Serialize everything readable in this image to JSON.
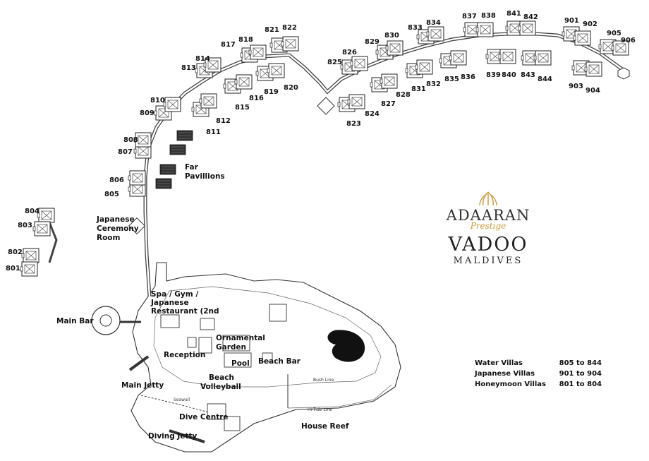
{
  "brand": {
    "name": "ADAARAN",
    "sub": "Prestige",
    "name2": "VADOO",
    "country": "MALDIVES",
    "accent_color": "#c8983e"
  },
  "legend": {
    "rows": [
      {
        "label": "Water Villas",
        "range": "805 to 844"
      },
      {
        "label": "Japanese Villas",
        "range": "901 to 904"
      },
      {
        "label": "Honeymoon Villas",
        "range": "801 to 804"
      }
    ]
  },
  "places": {
    "far_pavilions_1": "Far",
    "far_pavilions_2": "Pavillions",
    "japanese_ceremony_1": "Japanese",
    "japanese_ceremony_2": "Ceremony",
    "japanese_ceremony_3": "Room",
    "spa_1": "Spa / Gym /",
    "spa_2": "Japanese",
    "spa_3": "Restaurant (2nd",
    "ornamental_1": "Ornamental",
    "ornamental_2": "Garden",
    "main_bar": "Main Bar",
    "reception": "Reception",
    "pool": "Pool",
    "beach_bar": "Beach Bar",
    "beach_volley_1": "Beach",
    "beach_volley_2": "Volleyball",
    "main_jetty": "Main Jetty",
    "dive_centre": "Dive Centre",
    "diving_jetty": "Diving Jetty",
    "house_reef": "House Reef",
    "bush_line": "Bush Line",
    "hi_tide_line": "Hi-Tide Line",
    "seawall": "Seawall"
  },
  "villas": {
    "v801": "801",
    "v802": "802",
    "v803": "803",
    "v804": "804",
    "v805": "805",
    "v806": "806",
    "v807": "807",
    "v808": "808",
    "v809": "809",
    "v810": "810",
    "v811": "811",
    "v812": "812",
    "v813": "813",
    "v814": "814",
    "v815": "815",
    "v816": "816",
    "v817": "817",
    "v818": "818",
    "v819": "819",
    "v820": "820",
    "v821": "821",
    "v822": "822",
    "v823": "823",
    "v824": "824",
    "v825": "825",
    "v826": "826",
    "v827": "827",
    "v828": "828",
    "v829": "829",
    "v830": "830",
    "v831": "831",
    "v832": "832",
    "v833": "833",
    "v834": "834",
    "v835": "835",
    "v836": "836",
    "v837": "837",
    "v838": "838",
    "v839": "839",
    "v840": "840",
    "v841": "841",
    "v842": "842",
    "v843": "843",
    "v844": "844",
    "v901": "901",
    "v902": "902",
    "v903": "903",
    "v904": "904",
    "v905": "905",
    "v906": "906"
  }
}
